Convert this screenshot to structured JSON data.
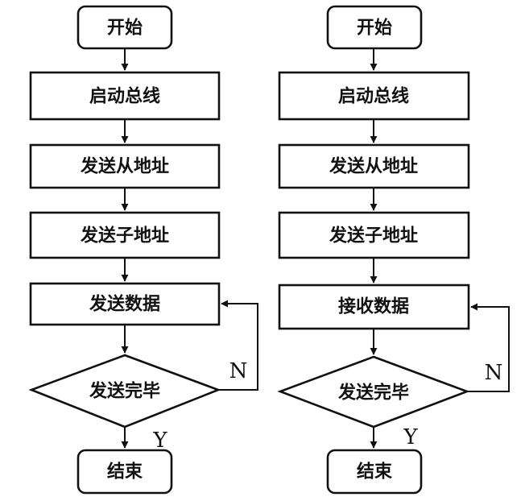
{
  "flowcharts": [
    {
      "steps": {
        "start": "开始",
        "bus": "启动总线",
        "slave_addr": "发送从地址",
        "sub_addr": "发送子地址",
        "data": "发送数据",
        "decision": "发送完毕",
        "end": "结束"
      },
      "branch_no": "N",
      "branch_yes": "Y"
    },
    {
      "steps": {
        "start": "开始",
        "bus": "启动总线",
        "slave_addr": "发送从地址",
        "sub_addr": "发送子地址",
        "data": "接收数据",
        "decision": "发送完毕",
        "end": "结束"
      },
      "branch_no": "N",
      "branch_yes": "Y"
    }
  ]
}
